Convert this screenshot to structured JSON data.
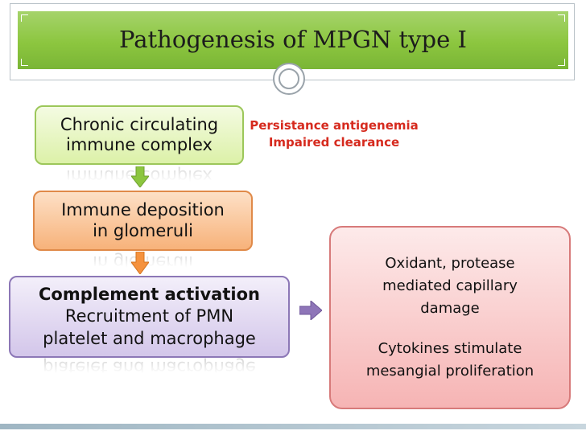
{
  "slide": {
    "title": "Pathogenesis of MPGN type I",
    "colors": {
      "title_bar": "#8cc63f",
      "note_text": "#d62a1e",
      "box_green": "#dcf1a8",
      "box_orange": "#f7b27a",
      "box_purple": "#d3c6ea",
      "box_pink": "#f6b4b4"
    }
  },
  "flow": {
    "step1": {
      "line1": "Chronic circulating",
      "line2": "immune complex"
    },
    "step2": {
      "line1": "Immune deposition",
      "line2": "in glomeruli"
    },
    "step3": {
      "line1": "Complement activation",
      "line2": "Recruitment of PMN",
      "line3": "platelet and macrophage"
    }
  },
  "note": {
    "line1": "Persistance antigenemia",
    "line2": "Impaired clearance"
  },
  "outcome": {
    "line1": "Oxidant, protease",
    "line2": "mediated capillary",
    "line3": "damage",
    "line4": "Cytokines stimulate",
    "line5": "mesangial proliferation"
  },
  "icons": {
    "arrow1": "down-arrow-icon",
    "arrow2": "down-arrow-icon",
    "arrow3": "right-arrow-icon",
    "decoration": "ring-icon"
  }
}
